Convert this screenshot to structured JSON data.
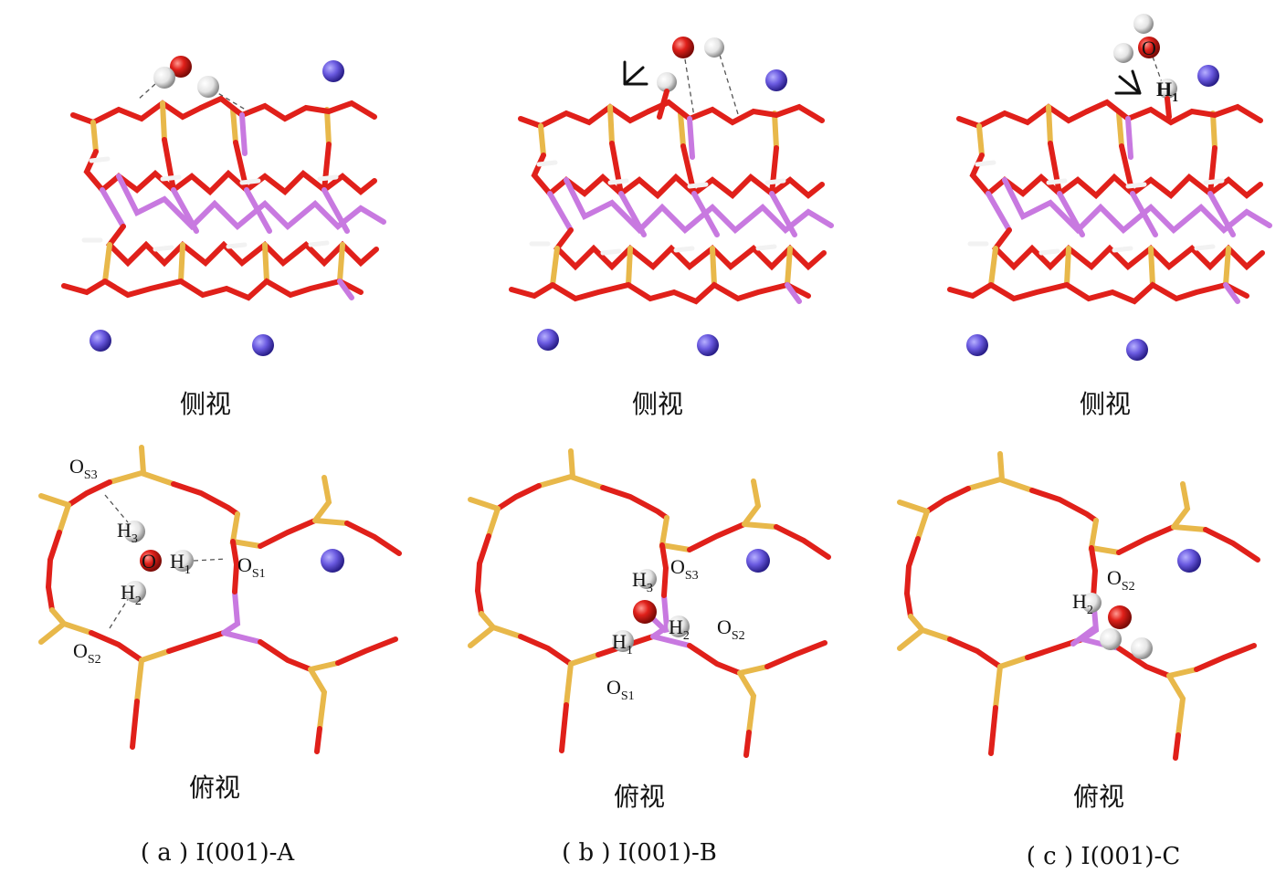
{
  "views": {
    "side": "侧视",
    "top": "俯视"
  },
  "panels": [
    {
      "id": "a",
      "caption": "( a ) I(001)-A"
    },
    {
      "id": "b",
      "caption": "( b ) I(001)-B"
    },
    {
      "id": "c",
      "caption": "( c ) I(001)-C"
    }
  ],
  "labels": {
    "O": "O",
    "H": "H",
    "sub_1": "1",
    "sub_2": "2",
    "sub_3": "3",
    "sub_s1": "S1",
    "sub_s2": "S2",
    "sub_s3": "S3"
  },
  "colors": {
    "oxygen": "#e0201a",
    "silicon": "#e8b84a",
    "aluminum": "#c879e0",
    "hydrogen": "#f2f2f2",
    "cation": "#6a5ae0"
  }
}
